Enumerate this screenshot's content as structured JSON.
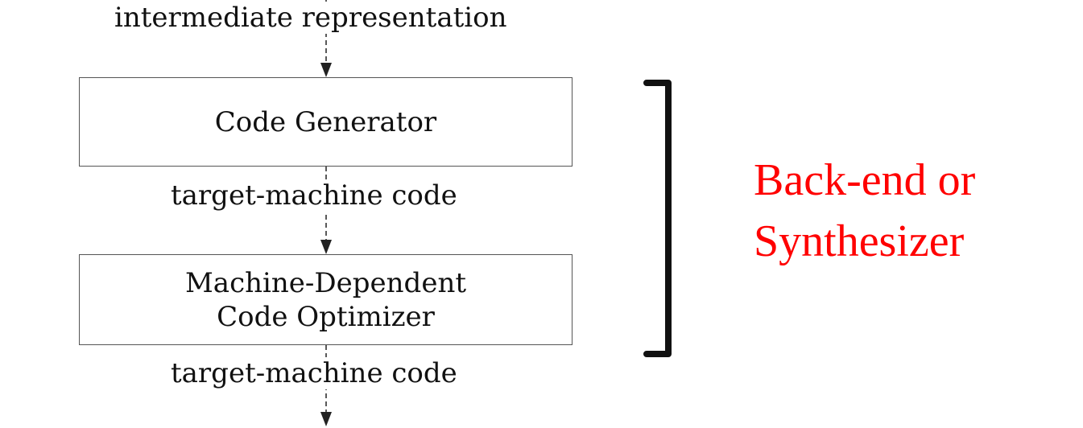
{
  "inputs": {
    "top_label": "intermediate representation"
  },
  "stages": [
    {
      "lines": [
        "Code Generator"
      ]
    },
    {
      "lines": [
        "Machine-Dependent",
        "Code Optimizer"
      ]
    }
  ],
  "outputs": {
    "after_stage_1": "target-machine code",
    "after_stage_2": "target-machine code"
  },
  "phase": {
    "lines": [
      "Back-end or",
      "Synthesizer"
    ],
    "color": "#ff0000"
  },
  "colors": {
    "box_border": "#555555",
    "arrow": "#222222",
    "bracket": "#111111"
  }
}
